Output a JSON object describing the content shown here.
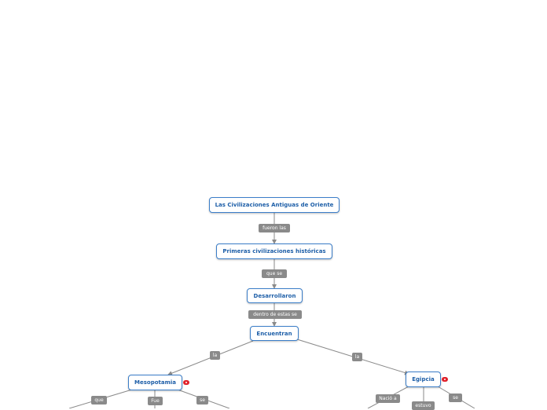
{
  "diagram": {
    "nodes": {
      "root": "Las Civilizaciones Antiguas de Oriente",
      "primeras": "Primeras civilizaciones históricas",
      "desarrollaron": "Desarrollaron",
      "encuentran": "Encuentran",
      "mesopotamia": "Mesopotamia",
      "egipcia": "Egipcia"
    },
    "links": {
      "fueron_las": "fueron las",
      "que_se": "que se",
      "dentro_de_estas_se": "dentro de estas se",
      "la_left": "la",
      "la_right": "la",
      "meso_que": "que",
      "meso_fue": "Fue",
      "meso_se": "se",
      "egip_nacio_a": "Nació a",
      "egip_estuvo": "estuvo",
      "egip_se": "se"
    },
    "colors": {
      "node_border": "#3b7ec9",
      "node_text": "#1e5fa8",
      "link_label_bg": "#8a8a8a",
      "connector": "#8a8a8a",
      "badge": "#e0202a"
    }
  }
}
